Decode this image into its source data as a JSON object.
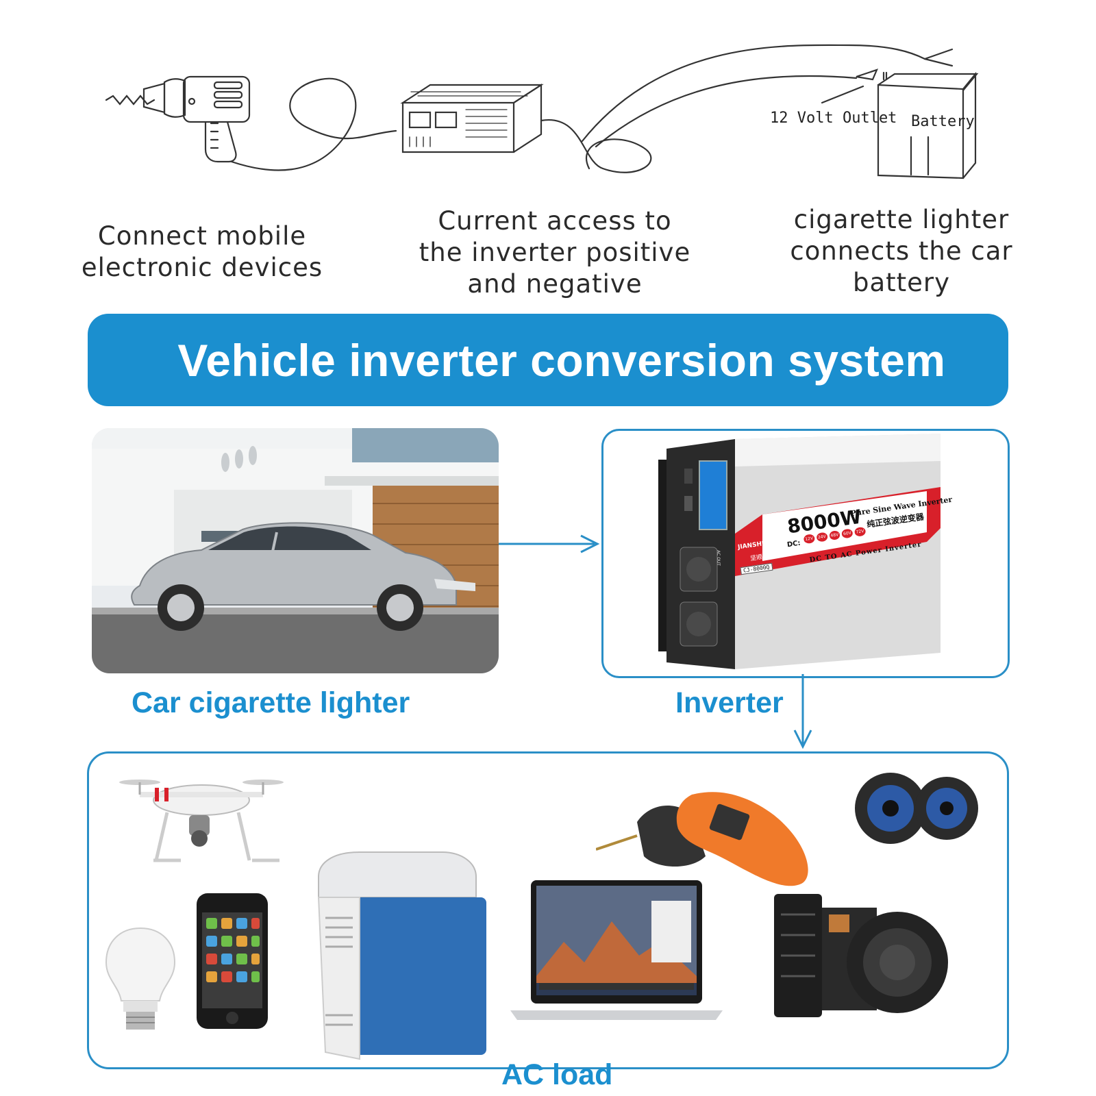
{
  "sketch": {
    "outlet_label": "12 Volt Outlet",
    "battery_label": "Battery",
    "captions": {
      "left": [
        "Connect mobile",
        "electronic devices"
      ],
      "center": [
        "Current access to",
        "the inverter positive",
        "and negative"
      ],
      "right": [
        "cigarette lighter",
        "connects the car",
        "battery"
      ]
    }
  },
  "banner": {
    "title": "Vehicle inverter conversion system"
  },
  "flow": {
    "source_label": "Car cigarette lighter",
    "inverter_label": "Inverter",
    "load_label": "AC load"
  },
  "inverter": {
    "power": "8000W",
    "type_en": "Pure Sine Wave Inverter",
    "type_cn": "纯正弦波逆变器",
    "brand": "JIANSHUN",
    "brand_cn": "坚顺",
    "model": "CJ-8000Q",
    "dc_label": "DC:",
    "voltages": [
      "12V",
      "24V",
      "48V",
      "60V",
      "72V"
    ],
    "subtitle": "DC TO AC Power Inverter",
    "outlet_label": "AC OUT"
  },
  "devices": [
    "drone-icon",
    "drill-icon",
    "speakers-icon",
    "bulb-icon",
    "phone-icon",
    "cooler-icon",
    "laptop-icon",
    "camera-icon"
  ],
  "colors": {
    "accent": "#1b8fcf",
    "frame": "#2a8fc7",
    "brand_red": "#d8202a"
  }
}
